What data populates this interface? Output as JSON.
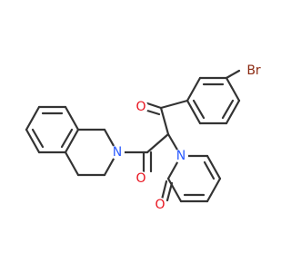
{
  "molecule": {
    "atom_labels": {
      "bromine": "Br",
      "ketone_oxygen": "O",
      "amide_oxygen": "O",
      "isoquinoline_nitrogen": "N",
      "pyridinone_nitrogen": "N",
      "pyridinone_oxygen": "O"
    },
    "colors": {
      "bond": "#333333",
      "oxygen": "#e8121d",
      "nitrogen": "#2b5bff",
      "bromine": "#8b2a12",
      "background": "#ffffff"
    }
  }
}
